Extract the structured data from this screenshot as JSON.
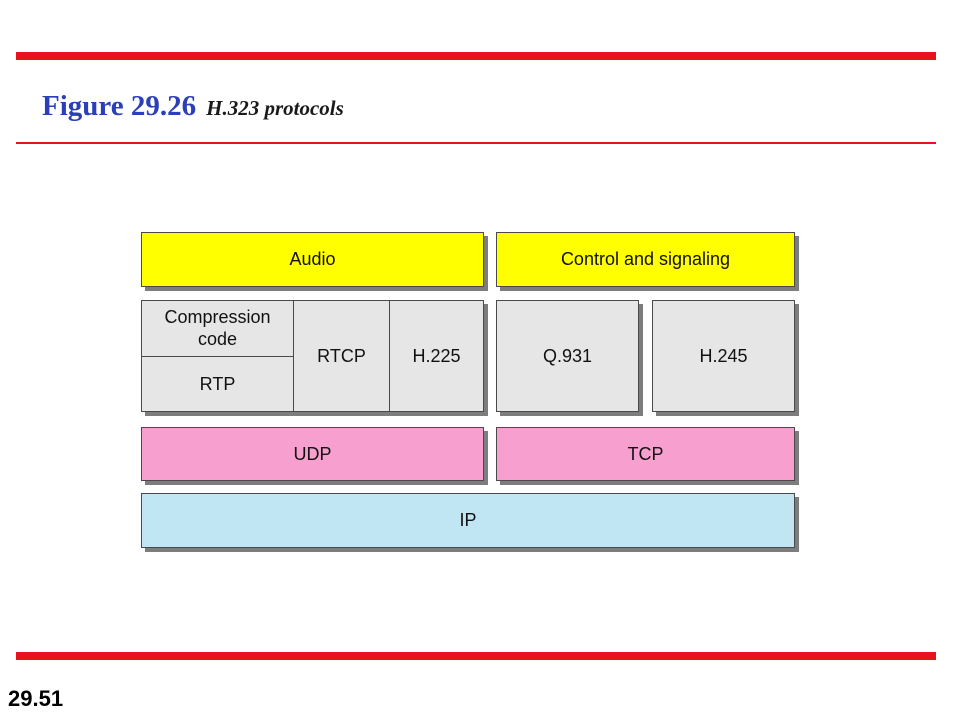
{
  "slide": {
    "figure_number": "Figure 29.26",
    "figure_caption": "H.323 protocols",
    "slide_number": "29.51"
  },
  "colors": {
    "accent_rule": "#e8121e",
    "title_blue": "#2b3fb8",
    "application_layer": "#ffff00",
    "protocol_box": "#e6e6e6",
    "transport_layer": "#f7a0cf",
    "network_layer": "#bfe6f2"
  },
  "diagram": {
    "audio": "Audio",
    "control": "Control and signaling",
    "compression": "Compression code",
    "rtp": "RTP",
    "rtcp": "RTCP",
    "h225": "H.225",
    "q931": "Q.931",
    "h245": "H.245",
    "udp": "UDP",
    "tcp": "TCP",
    "ip": "IP"
  }
}
